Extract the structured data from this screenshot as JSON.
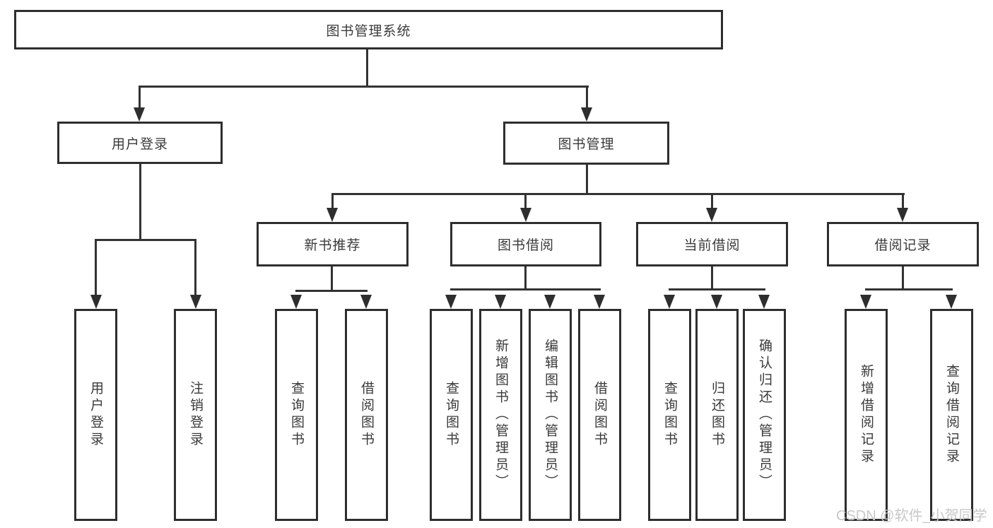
{
  "diagram": {
    "root": {
      "label": "图书管理系统"
    },
    "user_login": {
      "label": "用户登录",
      "leaves": [
        "用户登录",
        "注销登录"
      ]
    },
    "book_mgmt": {
      "label": "图书管理"
    },
    "new_books": {
      "label": "新书推荐",
      "leaves": [
        "查询图书",
        "借阅图书"
      ]
    },
    "borrowing": {
      "label": "图书借阅",
      "leaves": [
        "查询图书",
        "新增图书（管理员）",
        "编辑图书（管理员）",
        "借阅图书"
      ]
    },
    "current": {
      "label": "当前借阅",
      "leaves": [
        "查询图书",
        "归还图书",
        "确认归还（管理员）"
      ]
    },
    "records": {
      "label": "借阅记录",
      "leaves": [
        "新增借阅记录",
        "查询借阅记录"
      ]
    }
  },
  "watermark": "CSDN @软件_小贺同学",
  "colors": {
    "line": "#2e2e2e",
    "text": "#3a3a3a",
    "watermark": "#c8c8c8",
    "background": "#ffffff"
  }
}
